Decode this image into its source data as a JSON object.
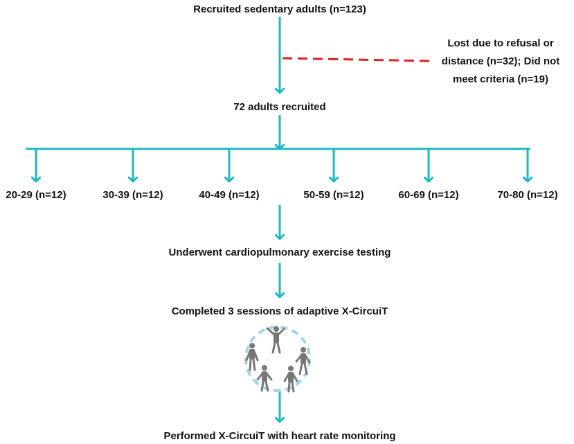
{
  "nodes": {
    "recruited_sedentary": "Recruited sedentary adults (n=123)",
    "exclusion_note_line1": "Lost due to refusal or",
    "exclusion_note_line2": "distance (n=32); Did not",
    "exclusion_note_line3": "meet criteria (n=19)",
    "adults_recruited": "72 adults recruited",
    "age_groups": [
      "20-29 (n=12)",
      "30-39 (n=12)",
      "40-49 (n=12)",
      "50-59 (n=12)",
      "60-69 (n=12)",
      "70-80 (n=12)"
    ],
    "cpet": "Underwent cardiopulmonary exercise testing",
    "sessions": "Completed 3 sessions of adaptive X-CircuiT",
    "final": "Performed X-CircuiT with heart rate monitoring"
  },
  "colors": {
    "arrow": "#1cb9c2",
    "exclusion_line": "#e11d1d",
    "circuit_ring": "#9fd4e9",
    "figure": "#777777",
    "text": "#111111"
  },
  "icons": {
    "exercise_circuit": "exercise-circuit-illustration"
  }
}
